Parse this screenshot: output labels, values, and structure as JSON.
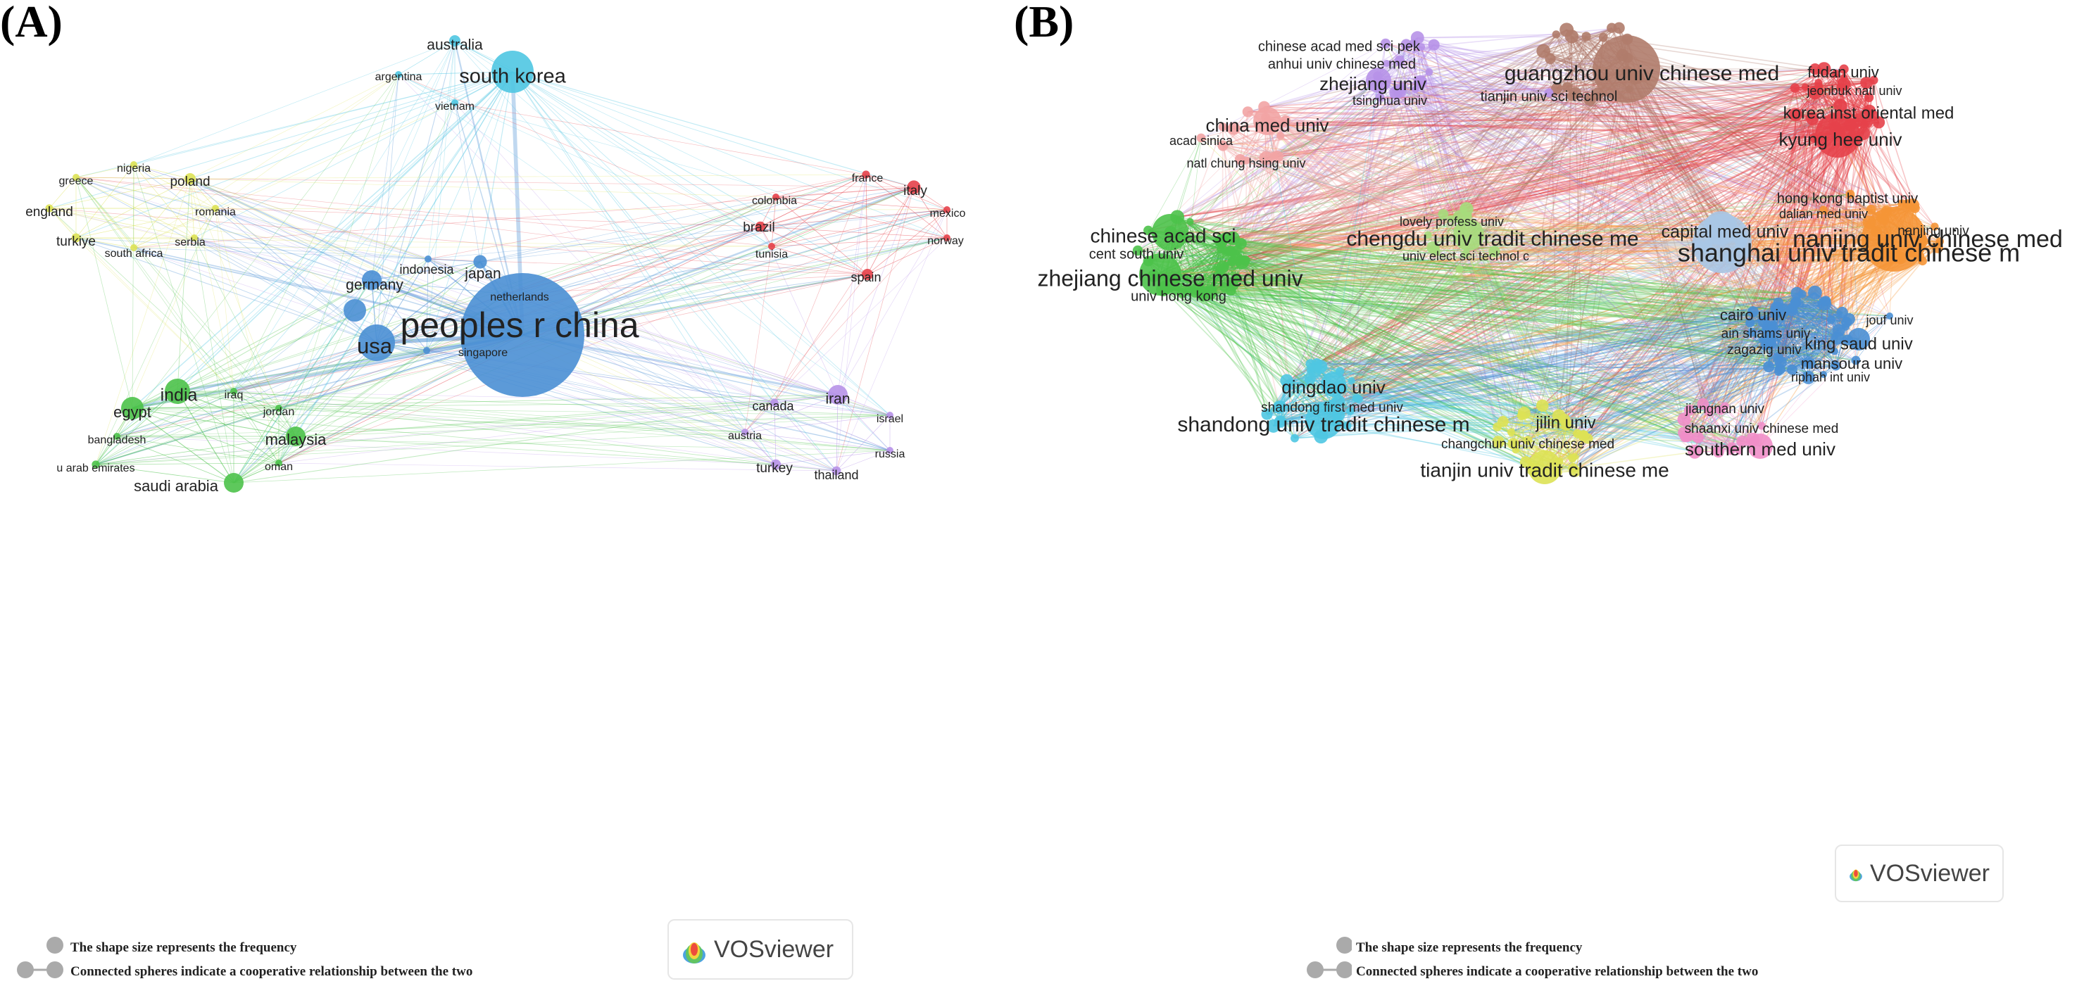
{
  "panels": {
    "a_label": "(A)",
    "b_label": "(B)"
  },
  "legend": {
    "size_text": "The shape size represents the frequency",
    "link_text": "Connected spheres indicate a cooperative relationship between the two"
  },
  "brand": {
    "name": "VOSviewer"
  },
  "colors": {
    "cyan": "#4fc6e2",
    "blue": "#4a8fd4",
    "red": "#e5414a",
    "yellow": "#dde255",
    "green": "#4cc24a",
    "purple": "#b792e8",
    "pink": "#f08ec8",
    "brown": "#b07c6c",
    "salmon": "#f2a4a4",
    "orange": "#f59536",
    "lightblue": "#a8c6e6",
    "lightgreen": "#a6db7c"
  },
  "network_a": {
    "nodes": [
      {
        "id": "peoples r china",
        "cluster": "blue",
        "size": 10
      },
      {
        "id": "usa",
        "cluster": "blue",
        "size": 3
      },
      {
        "id": "germany",
        "cluster": "blue",
        "size": 1.5
      },
      {
        "id": "japan",
        "cluster": "blue",
        "size": 1.2
      },
      {
        "id": "indonesia",
        "cluster": "blue",
        "size": 0.6
      },
      {
        "id": "netherlands",
        "cluster": "blue",
        "size": 0.5
      },
      {
        "id": "singapore",
        "cluster": "blue",
        "size": 0.5
      },
      {
        "id": "south korea",
        "cluster": "cyan",
        "size": 3
      },
      {
        "id": "australia",
        "cluster": "cyan",
        "size": 1
      },
      {
        "id": "argentina",
        "cluster": "cyan",
        "size": 0.5
      },
      {
        "id": "vietnam",
        "cluster": "cyan",
        "size": 0.5
      },
      {
        "id": "italy",
        "cluster": "red",
        "size": 1.2
      },
      {
        "id": "france",
        "cluster": "red",
        "size": 0.7
      },
      {
        "id": "colombia",
        "cluster": "red",
        "size": 0.6
      },
      {
        "id": "mexico",
        "cluster": "red",
        "size": 0.6
      },
      {
        "id": "brazil",
        "cluster": "red",
        "size": 0.9
      },
      {
        "id": "norway",
        "cluster": "red",
        "size": 0.5
      },
      {
        "id": "tunisia",
        "cluster": "red",
        "size": 0.5
      },
      {
        "id": "spain",
        "cluster": "red",
        "size": 1
      },
      {
        "id": "poland",
        "cluster": "yellow",
        "size": 1
      },
      {
        "id": "nigeria",
        "cluster": "yellow",
        "size": 0.5
      },
      {
        "id": "greece",
        "cluster": "yellow",
        "size": 0.5
      },
      {
        "id": "england",
        "cluster": "yellow",
        "size": 0.7
      },
      {
        "id": "romania",
        "cluster": "yellow",
        "size": 0.6
      },
      {
        "id": "serbia",
        "cluster": "yellow",
        "size": 0.5
      },
      {
        "id": "turkiye",
        "cluster": "yellow",
        "size": 0.8
      },
      {
        "id": "south africa",
        "cluster": "yellow",
        "size": 0.6
      },
      {
        "id": "india",
        "cluster": "green",
        "size": 2
      },
      {
        "id": "egypt",
        "cluster": "green",
        "size": 1.8
      },
      {
        "id": "iraq",
        "cluster": "green",
        "size": 0.6
      },
      {
        "id": "jordan",
        "cluster": "green",
        "size": 0.6
      },
      {
        "id": "malaysia",
        "cluster": "green",
        "size": 1.5
      },
      {
        "id": "bangladesh",
        "cluster": "green",
        "size": 0.6
      },
      {
        "id": "u arab emirates",
        "cluster": "green",
        "size": 0.7
      },
      {
        "id": "oman",
        "cluster": "green",
        "size": 0.6
      },
      {
        "id": "saudi arabia",
        "cluster": "green",
        "size": 1.8
      },
      {
        "id": "iran",
        "cluster": "purple",
        "size": 1.5
      },
      {
        "id": "canada",
        "cluster": "purple",
        "size": 0.7
      },
      {
        "id": "israel",
        "cluster": "purple",
        "size": 0.5
      },
      {
        "id": "austria",
        "cluster": "purple",
        "size": 0.5
      },
      {
        "id": "russia",
        "cluster": "purple",
        "size": 0.5
      },
      {
        "id": "turkey",
        "cluster": "purple",
        "size": 0.9
      },
      {
        "id": "thailand",
        "cluster": "purple",
        "size": 0.8
      }
    ]
  },
  "network_b": {
    "nodes": [
      {
        "id": "chinese acad med sci pek",
        "cluster": "purple",
        "size": 0.9
      },
      {
        "id": "anhui univ chinese med",
        "cluster": "purple",
        "size": 0.9
      },
      {
        "id": "zhejiang univ",
        "cluster": "purple",
        "size": 1.5
      },
      {
        "id": "tsinghua univ",
        "cluster": "purple",
        "size": 0.8
      },
      {
        "id": "tianjin univ sci technol",
        "cluster": "purple",
        "size": 0.8
      },
      {
        "id": "guangzhou univ chinese med",
        "cluster": "brown",
        "size": 3
      },
      {
        "id": "fudan univ",
        "cluster": "red",
        "size": 1
      },
      {
        "id": "jeonbuk natl univ",
        "cluster": "red",
        "size": 0.7
      },
      {
        "id": "korea inst oriental med",
        "cluster": "red",
        "size": 1.2
      },
      {
        "id": "kyung hee univ",
        "cluster": "red",
        "size": 2.5
      },
      {
        "id": "china med univ",
        "cluster": "salmon",
        "size": 1.6
      },
      {
        "id": "acad sinica",
        "cluster": "salmon",
        "size": 0.8
      },
      {
        "id": "natl chung hsing univ",
        "cluster": "salmon",
        "size": 0.7
      },
      {
        "id": "hong kong baptist univ",
        "cluster": "orange",
        "size": 0.8
      },
      {
        "id": "dalian med univ",
        "cluster": "orange",
        "size": 0.7
      },
      {
        "id": "nanjing univ",
        "cluster": "orange",
        "size": 0.7
      },
      {
        "id": "nanjing univ chinese med",
        "cluster": "orange",
        "size": 3
      },
      {
        "id": "capital med univ",
        "cluster": "lightblue",
        "size": 1.5
      },
      {
        "id": "shanghai univ tradit chinese m",
        "cluster": "lightblue",
        "size": 3
      },
      {
        "id": "lovely profess univ",
        "cluster": "lightgreen",
        "size": 0.6
      },
      {
        "id": "chengdu univ tradit chinese me",
        "cluster": "lightgreen",
        "size": 2
      },
      {
        "id": "univ elect sci technol c",
        "cluster": "lightgreen",
        "size": 0.7
      },
      {
        "id": "chinese acad sci",
        "cluster": "green",
        "size": 2
      },
      {
        "id": "cent south univ",
        "cluster": "green",
        "size": 0.9
      },
      {
        "id": "zhejiang chinese med univ",
        "cluster": "green",
        "size": 2.5
      },
      {
        "id": "univ hong kong",
        "cluster": "green",
        "size": 0.9
      },
      {
        "id": "cairo univ",
        "cluster": "blue",
        "size": 1
      },
      {
        "id": "jouf univ",
        "cluster": "blue",
        "size": 0.6
      },
      {
        "id": "ain shams univ",
        "cluster": "blue",
        "size": 0.7
      },
      {
        "id": "king saud univ",
        "cluster": "blue",
        "size": 1.5
      },
      {
        "id": "zagazig univ",
        "cluster": "blue",
        "size": 0.7
      },
      {
        "id": "mansoura univ",
        "cluster": "blue",
        "size": 0.8
      },
      {
        "id": "riphah int univ",
        "cluster": "blue",
        "size": 0.6
      },
      {
        "id": "qingdao univ",
        "cluster": "cyan",
        "size": 1.4
      },
      {
        "id": "shandong first med univ",
        "cluster": "cyan",
        "size": 0.8
      },
      {
        "id": "shandong univ tradit chinese m",
        "cluster": "cyan",
        "size": 2
      },
      {
        "id": "jilin univ",
        "cluster": "yellow",
        "size": 1
      },
      {
        "id": "changchun univ chinese med",
        "cluster": "yellow",
        "size": 0.8
      },
      {
        "id": "tianjin univ tradit chinese me",
        "cluster": "yellow",
        "size": 2
      },
      {
        "id": "jiangnan univ",
        "cluster": "pink",
        "size": 0.7
      },
      {
        "id": "shaanxi univ chinese med",
        "cluster": "pink",
        "size": 0.7
      },
      {
        "id": "southern med univ",
        "cluster": "pink",
        "size": 1.5
      }
    ]
  }
}
